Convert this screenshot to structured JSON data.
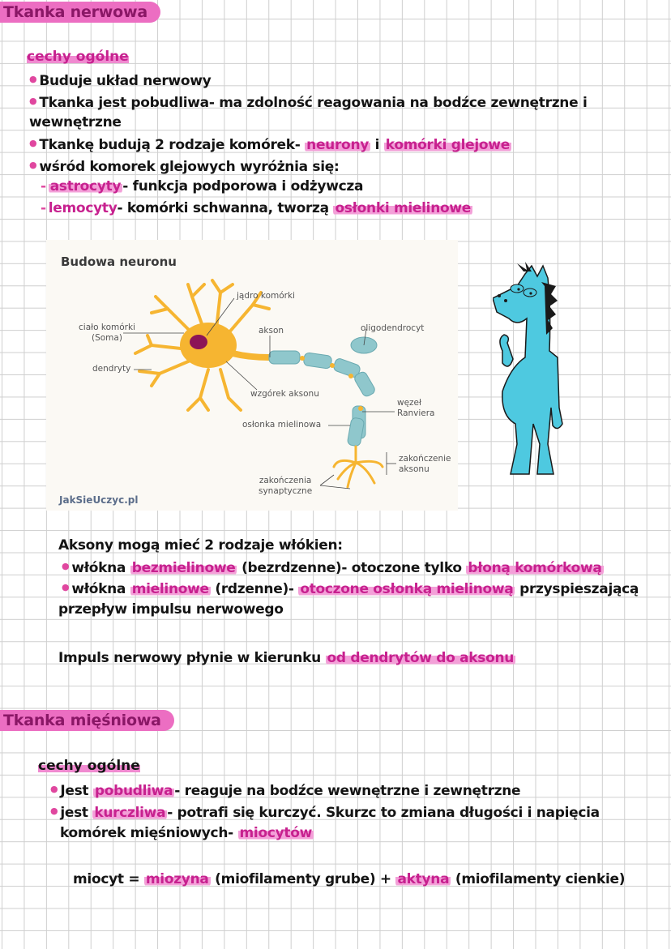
{
  "section_nervous": {
    "title": "Tkanka nerwowa",
    "subtitle": "cechy ogólne",
    "bullets": [
      {
        "text": "Buduje układ nerwowy"
      },
      {
        "text": "Tkanka jest pobudliwa- ma zdolność reagowania na bodźce zewnętrzne i",
        "cont": "wewnętrzne"
      },
      {
        "pre": "Tkankę budują 2 rodzaje komórek- ",
        "hl1": "neurony",
        "mid": " i ",
        "hl2": "komórki glejowe"
      },
      {
        "text": "wśród komorek glejowych wyróżnia się:"
      }
    ],
    "glial": [
      {
        "hl": "astrocyty",
        "text": "- funkcja podporowa i odżywcza"
      },
      {
        "hl_plain": "lemocyty",
        "text": "- komórki schwanna, tworzą ",
        "hl": "osłonki mielinowe"
      }
    ]
  },
  "figure": {
    "title": "Budowa neuronu",
    "labels": {
      "soma": "ciało komórki",
      "soma2": "(Soma)",
      "nucleus": "jądro komórki",
      "axon": "akson",
      "oligo": "oligodendrocyt",
      "dendrites": "dendryty",
      "hillock": "wzgórek aksonu",
      "node": "węzeł",
      "node2": "Ranviera",
      "myelin": "osłonka mielinowa",
      "terminal": "zakończenie",
      "terminal2": "aksonu",
      "synaptic": "zakończenia",
      "synaptic2": "synaptyczne"
    },
    "credit": "JakSieUczyc.pl",
    "colors": {
      "neuron": "#f6b531",
      "nucleus": "#8c1457",
      "myelin": "#8fc7cc",
      "background": "#fbf9f4"
    }
  },
  "sticker": {
    "name": "blue-horse-drawing",
    "color": "#4ec9e0"
  },
  "axons": {
    "intro": "Aksony mogą mieć 2 rodzaje włókien:",
    "fiber1": {
      "pre": "włókna ",
      "hl1": "bezmielinowe",
      "mid": " (bezrdzenne)- otoczone tylko ",
      "hl2": "błoną komórkową"
    },
    "fiber2": {
      "pre": "włókna ",
      "hl1": "mielinowe",
      "mid": " (rdzenne)- ",
      "hl2": "otoczone osłonką mielinową",
      "post": " przyspieszającą",
      "cont": "przepływ impulsu nerwowego"
    },
    "impulse": {
      "pre": "Impuls nerwowy płynie w kierunku ",
      "hl": "od dendrytów do aksonu"
    }
  },
  "section_muscle": {
    "title": "Tkanka mięśniowa",
    "subtitle": "cechy ogólne",
    "b1": {
      "pre": "Jest ",
      "hl": "pobudliwa",
      "post": "- reaguje na bodźce wewnętrzne i zewnętrzne"
    },
    "b2": {
      "pre": "jest ",
      "hl": "kurczliwa",
      "post": "- potrafi się kurczyć. Skurzc to zmiana długości i napięcia",
      "cont": "komórek mięśniowych- ",
      "hl2": "miocytów"
    },
    "formula": {
      "pre": "miocyt = ",
      "hl1": "miozyna",
      "mid": " (miofilamenty grube) + ",
      "hl2": "aktyna",
      "post": " (miofilamenty cienkie)"
    }
  },
  "colors": {
    "accent_pink": "#ec6ec2",
    "text_pink": "#c7218f",
    "grid": "#cfcfcf"
  }
}
